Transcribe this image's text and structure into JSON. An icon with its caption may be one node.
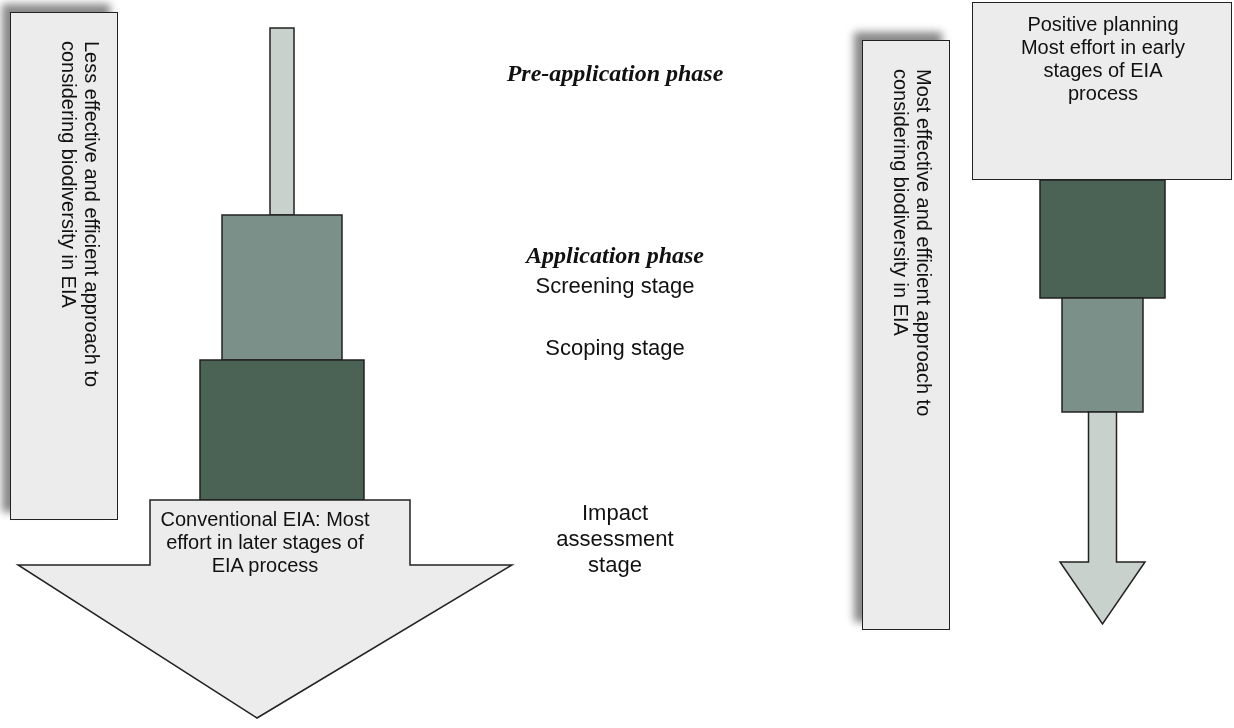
{
  "diagram": {
    "nodes": [
      {
        "text": [
          "Less effective and efficient approach to considering biodiversity in EIA"
        ]
      },
      {
        "text": [],
        "shape": "bar"
      },
      {
        "text": [],
        "shape": "box"
      },
      {
        "text": [],
        "shape": "box"
      },
      {
        "text": [
          "Conventional EIA: Most effort in later stages of EIA process"
        ]
      },
      {
        "text": [
          "Most effective and efficient approach to considering biodiversity in EIA"
        ]
      },
      {
        "text": [
          "Positive planning Most effort in early stages of EIA process"
        ]
      },
      {
        "text": [],
        "shape": "box"
      },
      {
        "text": [],
        "shape": "box"
      },
      {
        "text": [],
        "shape": "arrow"
      }
    ],
    "labels": [
      "Pre-application phase",
      "Application phase",
      "Screening stage",
      "Scoping stage",
      "Impact assessment stage"
    ]
  }
}
